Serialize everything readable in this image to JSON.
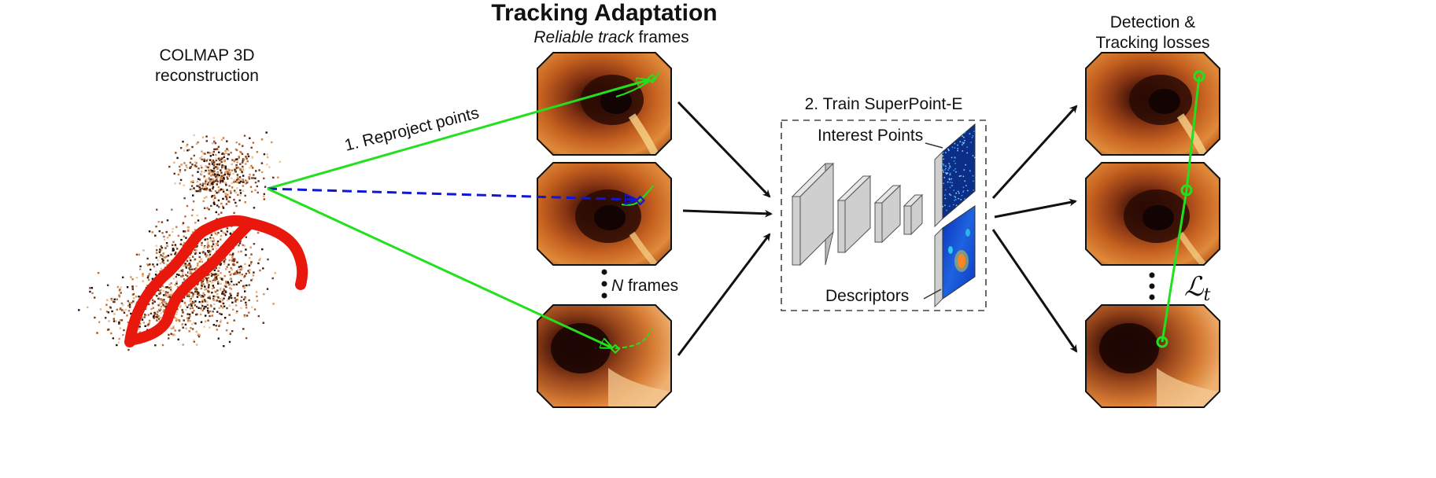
{
  "title": "Tracking Adaptation",
  "subtitle_italic": "Reliable track",
  "subtitle_rest": " frames",
  "colmap_label_line1": "COLMAP 3D",
  "colmap_label_line2": "reconstruction",
  "reproject_label": "1. Reproject points",
  "n_frames_italic": "N",
  "n_frames_rest": " frames",
  "train_label": "2. Train SuperPoint-E",
  "interest_points_label": "Interest Points",
  "descriptors_label": "Descriptors",
  "losses_line1": "Detection &",
  "losses_line2": "Tracking losses",
  "loss_symbol": "ℒ",
  "loss_subscript": "t",
  "colors": {
    "green": "#22e01e",
    "blue_dashed": "#1018d6",
    "red_path": "#e8180c",
    "arrow": "#111111",
    "box_dash": "#444444"
  }
}
